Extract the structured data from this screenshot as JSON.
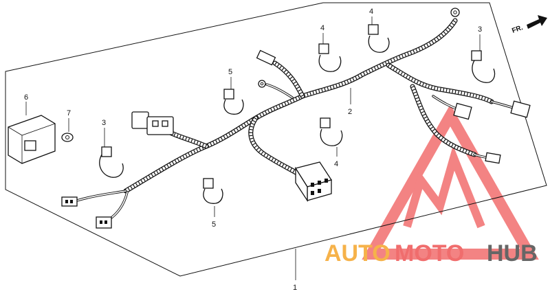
{
  "diagram": {
    "direction_label": "FR.",
    "callouts": {
      "harness": "1",
      "sub_harness": "2",
      "clip_left": "3",
      "clip_right": "3",
      "clip_top_a": "4",
      "clip_top_b": "4",
      "clip_mid": "4",
      "clip_a": "5",
      "clip_b": "5",
      "control_unit": "6",
      "nut": "7"
    }
  },
  "watermark": {
    "part1": "AUTO",
    "part2": "MOTO",
    "part3": "HUB",
    "colors": {
      "triangle": "#f05a5a",
      "auto": "#f6b24a",
      "moto": "#f06d6d",
      "hub": "#666666"
    }
  }
}
